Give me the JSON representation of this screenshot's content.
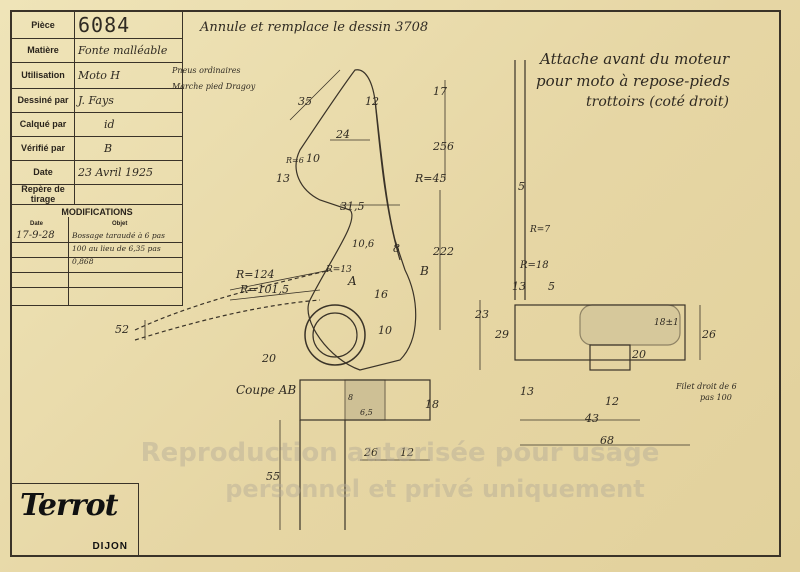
{
  "title_block": {
    "rows": [
      {
        "label": "Pièce",
        "value": "6084"
      },
      {
        "label": "Matière",
        "value": "Fonte malléable"
      },
      {
        "label": "Utilisation",
        "value": "Moto H"
      },
      {
        "label": "Dessiné par",
        "value": "J. Fays"
      },
      {
        "label": "Calqué par",
        "value": "id"
      },
      {
        "label": "Vérifié par",
        "value": "B"
      },
      {
        "label": "Date",
        "value": "23 Avril 1925"
      },
      {
        "label": "Repère de tirage",
        "value": ""
      }
    ]
  },
  "modifications": {
    "title": "MODIFICATIONS",
    "date_header": "Date",
    "object_header": "Objet",
    "entry_date": "17-9-28",
    "entry_object": "Bossage taraudé à 6 pas 100 au lieu de 6,35 pas 0,868"
  },
  "header_note": "Annule et remplace le dessin 3708",
  "part_title_lines": [
    "Attache avant du moteur",
    "pour moto à repose-pieds",
    "trottoirs (coté droit)"
  ],
  "small_notes": [
    "Pneus ordinaires",
    "Marche pied Dragoy"
  ],
  "section_label": "Coupe AB",
  "thread_note": [
    "Filet droit de 6",
    "pas 100"
  ],
  "section_marks": [
    "A",
    "B"
  ],
  "dimensions": [
    "35",
    "12",
    "17",
    "24",
    "256",
    "R=6",
    "10",
    "13",
    "R=45",
    "5",
    "31,5",
    "R=7",
    "10,6",
    "R=124",
    "R=101,5",
    "R=13",
    "8",
    "222",
    "R=18",
    "16",
    "13",
    "5",
    "23",
    "29",
    "18±1",
    "26",
    "52",
    "20",
    "10",
    "20",
    "13",
    "12",
    "43",
    "68",
    "18",
    "8",
    "6,5",
    "26",
    "12",
    "55"
  ],
  "watermark_lines": [
    "Reproduction autorisée pour usage",
    "personnel et privé uniquement"
  ],
  "logo": {
    "brand": "Terrot",
    "city": "DIJON"
  }
}
